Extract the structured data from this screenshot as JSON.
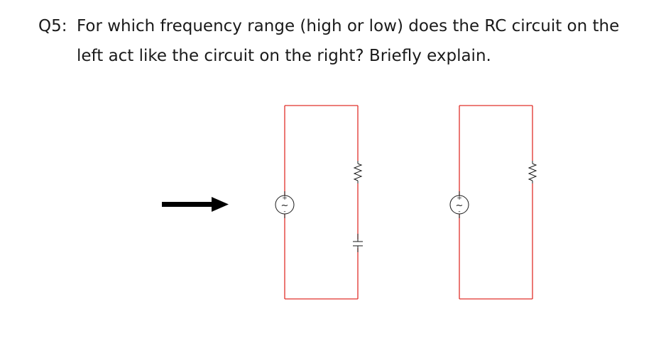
{
  "question": {
    "number": "Q5:",
    "line1": "For which frequency range (high or low) does the RC circuit on the",
    "line2": "left act like the circuit on the right?  Briefly explain."
  },
  "diagram": {
    "source_symbol": {
      "plus": "+",
      "minus": "-",
      "tilde": "~"
    },
    "colors": {
      "wire": "#e0302a",
      "component": "#1a1a1a",
      "arrow": "#000000"
    }
  }
}
